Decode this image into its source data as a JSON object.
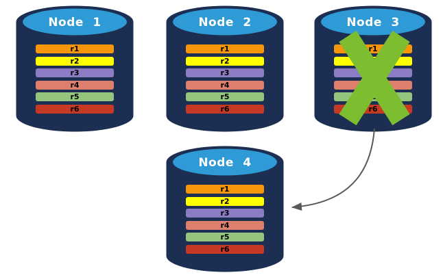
{
  "colors": {
    "cylinder_body": "#1C2F52",
    "cylinder_top": "#2E9AD6",
    "node_title_text": "#FFFFFF",
    "row_text": "#000000",
    "failure_x": "#7DBE30",
    "arrow": "#595959"
  },
  "nodes": [
    {
      "title": "Node 1",
      "failed": false,
      "rows": [
        {
          "label": "r1",
          "color": "#F89609"
        },
        {
          "label": "r2",
          "color": "#FEFE00"
        },
        {
          "label": "r3",
          "color": "#8B7CC3"
        },
        {
          "label": "r4",
          "color": "#DE7F6E"
        },
        {
          "label": "r5",
          "color": "#94C47D"
        },
        {
          "label": "r6",
          "color": "#C63A25"
        }
      ]
    },
    {
      "title": "Node 2",
      "failed": false,
      "rows": [
        {
          "label": "r1",
          "color": "#F89609"
        },
        {
          "label": "r2",
          "color": "#FEFE00"
        },
        {
          "label": "r3",
          "color": "#8B7CC3"
        },
        {
          "label": "r4",
          "color": "#DE7F6E"
        },
        {
          "label": "r5",
          "color": "#94C47D"
        },
        {
          "label": "r6",
          "color": "#C63A25"
        }
      ]
    },
    {
      "title": "Node 3",
      "failed": true,
      "rows": [
        {
          "label": "r1",
          "color": "#F89609"
        },
        {
          "label": "r2",
          "color": "#FEFE00"
        },
        {
          "label": "r3",
          "color": "#8B7CC3"
        },
        {
          "label": "r4",
          "color": "#DE7F6E"
        },
        {
          "label": "r5",
          "color": "#94C47D"
        },
        {
          "label": "r6",
          "color": "#C63A25"
        }
      ]
    },
    {
      "title": "Node 4",
      "failed": false,
      "rows": [
        {
          "label": "r1",
          "color": "#F89609"
        },
        {
          "label": "r2",
          "color": "#FEFE00"
        },
        {
          "label": "r3",
          "color": "#8B7CC3"
        },
        {
          "label": "r4",
          "color": "#DE7F6E"
        },
        {
          "label": "r5",
          "color": "#94C47D"
        },
        {
          "label": "r6",
          "color": "#C63A25"
        }
      ]
    }
  ],
  "arrow": {
    "from": "Node 3",
    "to": "Node 4"
  }
}
